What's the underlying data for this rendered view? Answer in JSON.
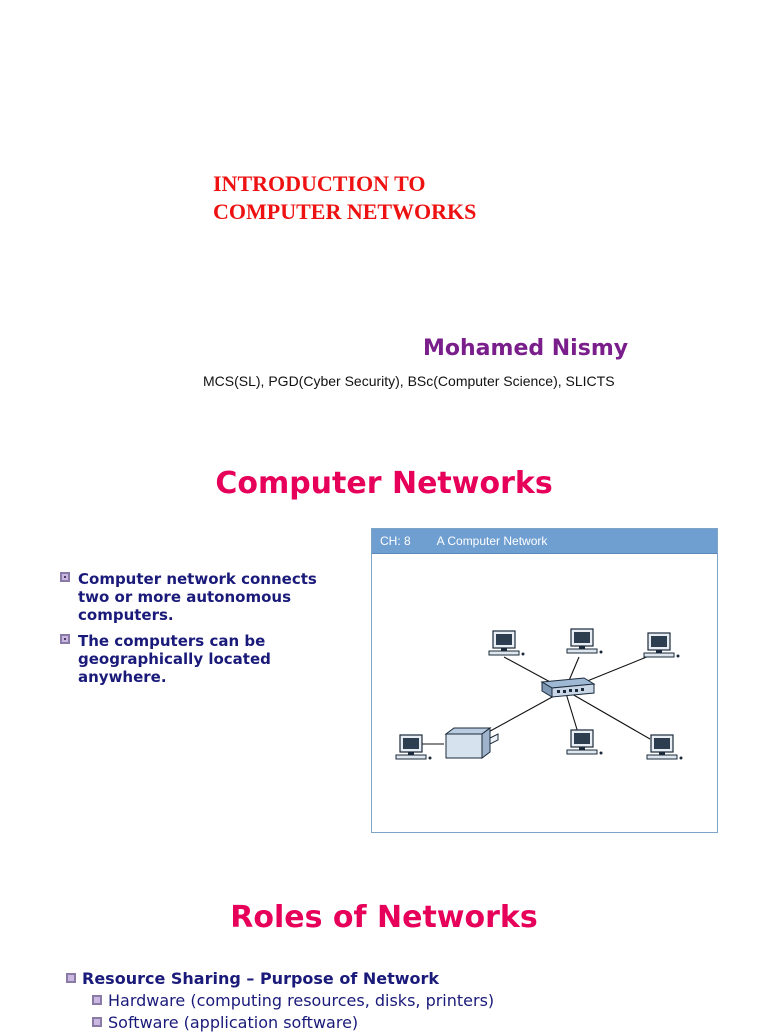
{
  "slide1": {
    "title_line1": "INTRODUCTION TO",
    "title_line2": "COMPUTER NETWORKS",
    "author": "Mohamed Nismy",
    "qualifications": "MCS(SL), PGD(Cyber Security), BSc(Computer Science), SLICTS"
  },
  "slide2": {
    "title": "Computer Networks",
    "bullets": [
      "Computer network connects two or more autonomous computers.",
      "The computers can be geographically located anywhere."
    ],
    "figure": {
      "chapter": "CH: 8",
      "caption": "A Computer Network"
    }
  },
  "slide3": {
    "title": "Roles of Networks",
    "items": [
      {
        "level": 1,
        "text": "Resource Sharing – Purpose of Network"
      },
      {
        "level": 2,
        "text": "Hardware (computing resources, disks, printers)"
      },
      {
        "level": 2,
        "text": "Software (application software)"
      }
    ]
  },
  "colors": {
    "title_red": "#ee1111",
    "slide_title_pink": "#e6005a",
    "author_purple": "#7a1e8c",
    "bullet_navy": "#1a1a7a",
    "figure_header_blue": "#6f9fd0"
  }
}
